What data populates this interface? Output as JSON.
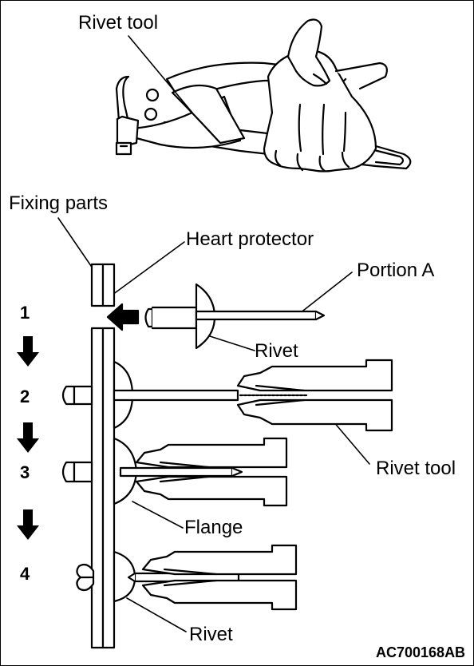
{
  "labels": {
    "rivet_tool_top": "Rivet tool",
    "fixing_parts": "Fixing parts",
    "heart_protector": "Heart protector",
    "portion_a": "Portion A",
    "rivet_1": "Rivet",
    "rivet_tool_2": "Rivet tool",
    "flange": "Flange",
    "rivet_4": "Rivet"
  },
  "steps": [
    "1",
    "2",
    "3",
    "4"
  ],
  "figure_code": "AC700168AB",
  "icons": [
    "rivet-tool-illustration",
    "hand-glove-illustration",
    "down-arrow-icon",
    "insert-arrow-icon"
  ]
}
